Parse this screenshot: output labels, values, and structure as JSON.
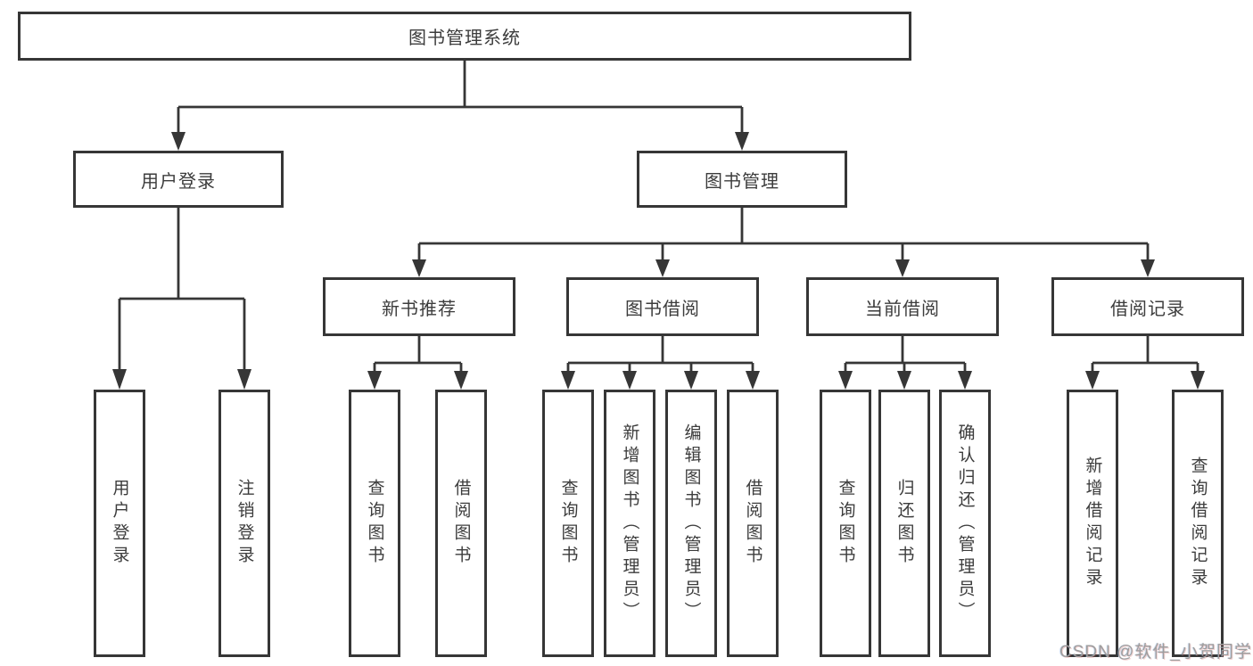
{
  "colors": {
    "line": "#363636",
    "box_border": "#363636",
    "text": "#3c3c3c",
    "background": "#ffffff",
    "watermark_text": "#9e9e9e"
  },
  "tree": {
    "label": "图书管理系统",
    "children": [
      {
        "label": "用户登录",
        "children": [
          {
            "label": "用户登录"
          },
          {
            "label": "注销登录"
          }
        ]
      },
      {
        "label": "图书管理",
        "children": [
          {
            "label": "新书推荐",
            "children": [
              {
                "label": "查询图书"
              },
              {
                "label": "借阅图书"
              }
            ]
          },
          {
            "label": "图书借阅",
            "children": [
              {
                "label": "查询图书"
              },
              {
                "label": "新增图书（管理员）"
              },
              {
                "label": "编辑图书（管理员）"
              },
              {
                "label": "借阅图书"
              }
            ]
          },
          {
            "label": "当前借阅",
            "children": [
              {
                "label": "查询图书"
              },
              {
                "label": "归还图书"
              },
              {
                "label": "确认归还（管理员）"
              }
            ]
          },
          {
            "label": "借阅记录",
            "children": [
              {
                "label": "新增借阅记录"
              },
              {
                "label": "查询借阅记录"
              }
            ]
          }
        ]
      }
    ]
  },
  "watermark": {
    "text": "CSDN @软件_小贺同学"
  }
}
